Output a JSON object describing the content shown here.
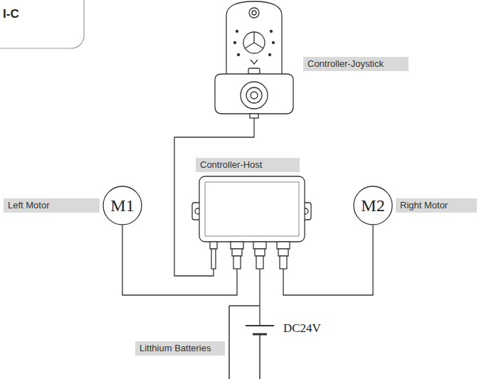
{
  "diagram": {
    "nodes": [
      {
        "text": [
          "Controller-Joystick"
        ]
      },
      {
        "text": [
          "Controller-Host"
        ]
      },
      {
        "text": [
          "M1",
          "Left Motor"
        ]
      },
      {
        "text": [
          "M2",
          "Right Motor"
        ]
      },
      {
        "text": [
          "DC24V",
          "Litthium Batteries"
        ]
      }
    ],
    "edges": [
      {
        "from": 0,
        "to": 1,
        "arrow": "none"
      },
      {
        "from": 2,
        "to": 1,
        "arrow": "none"
      },
      {
        "from": 3,
        "to": 1,
        "arrow": "none"
      },
      {
        "from": 1,
        "to": 4,
        "arrow": "none"
      }
    ],
    "labels": [
      "I-C"
    ]
  }
}
